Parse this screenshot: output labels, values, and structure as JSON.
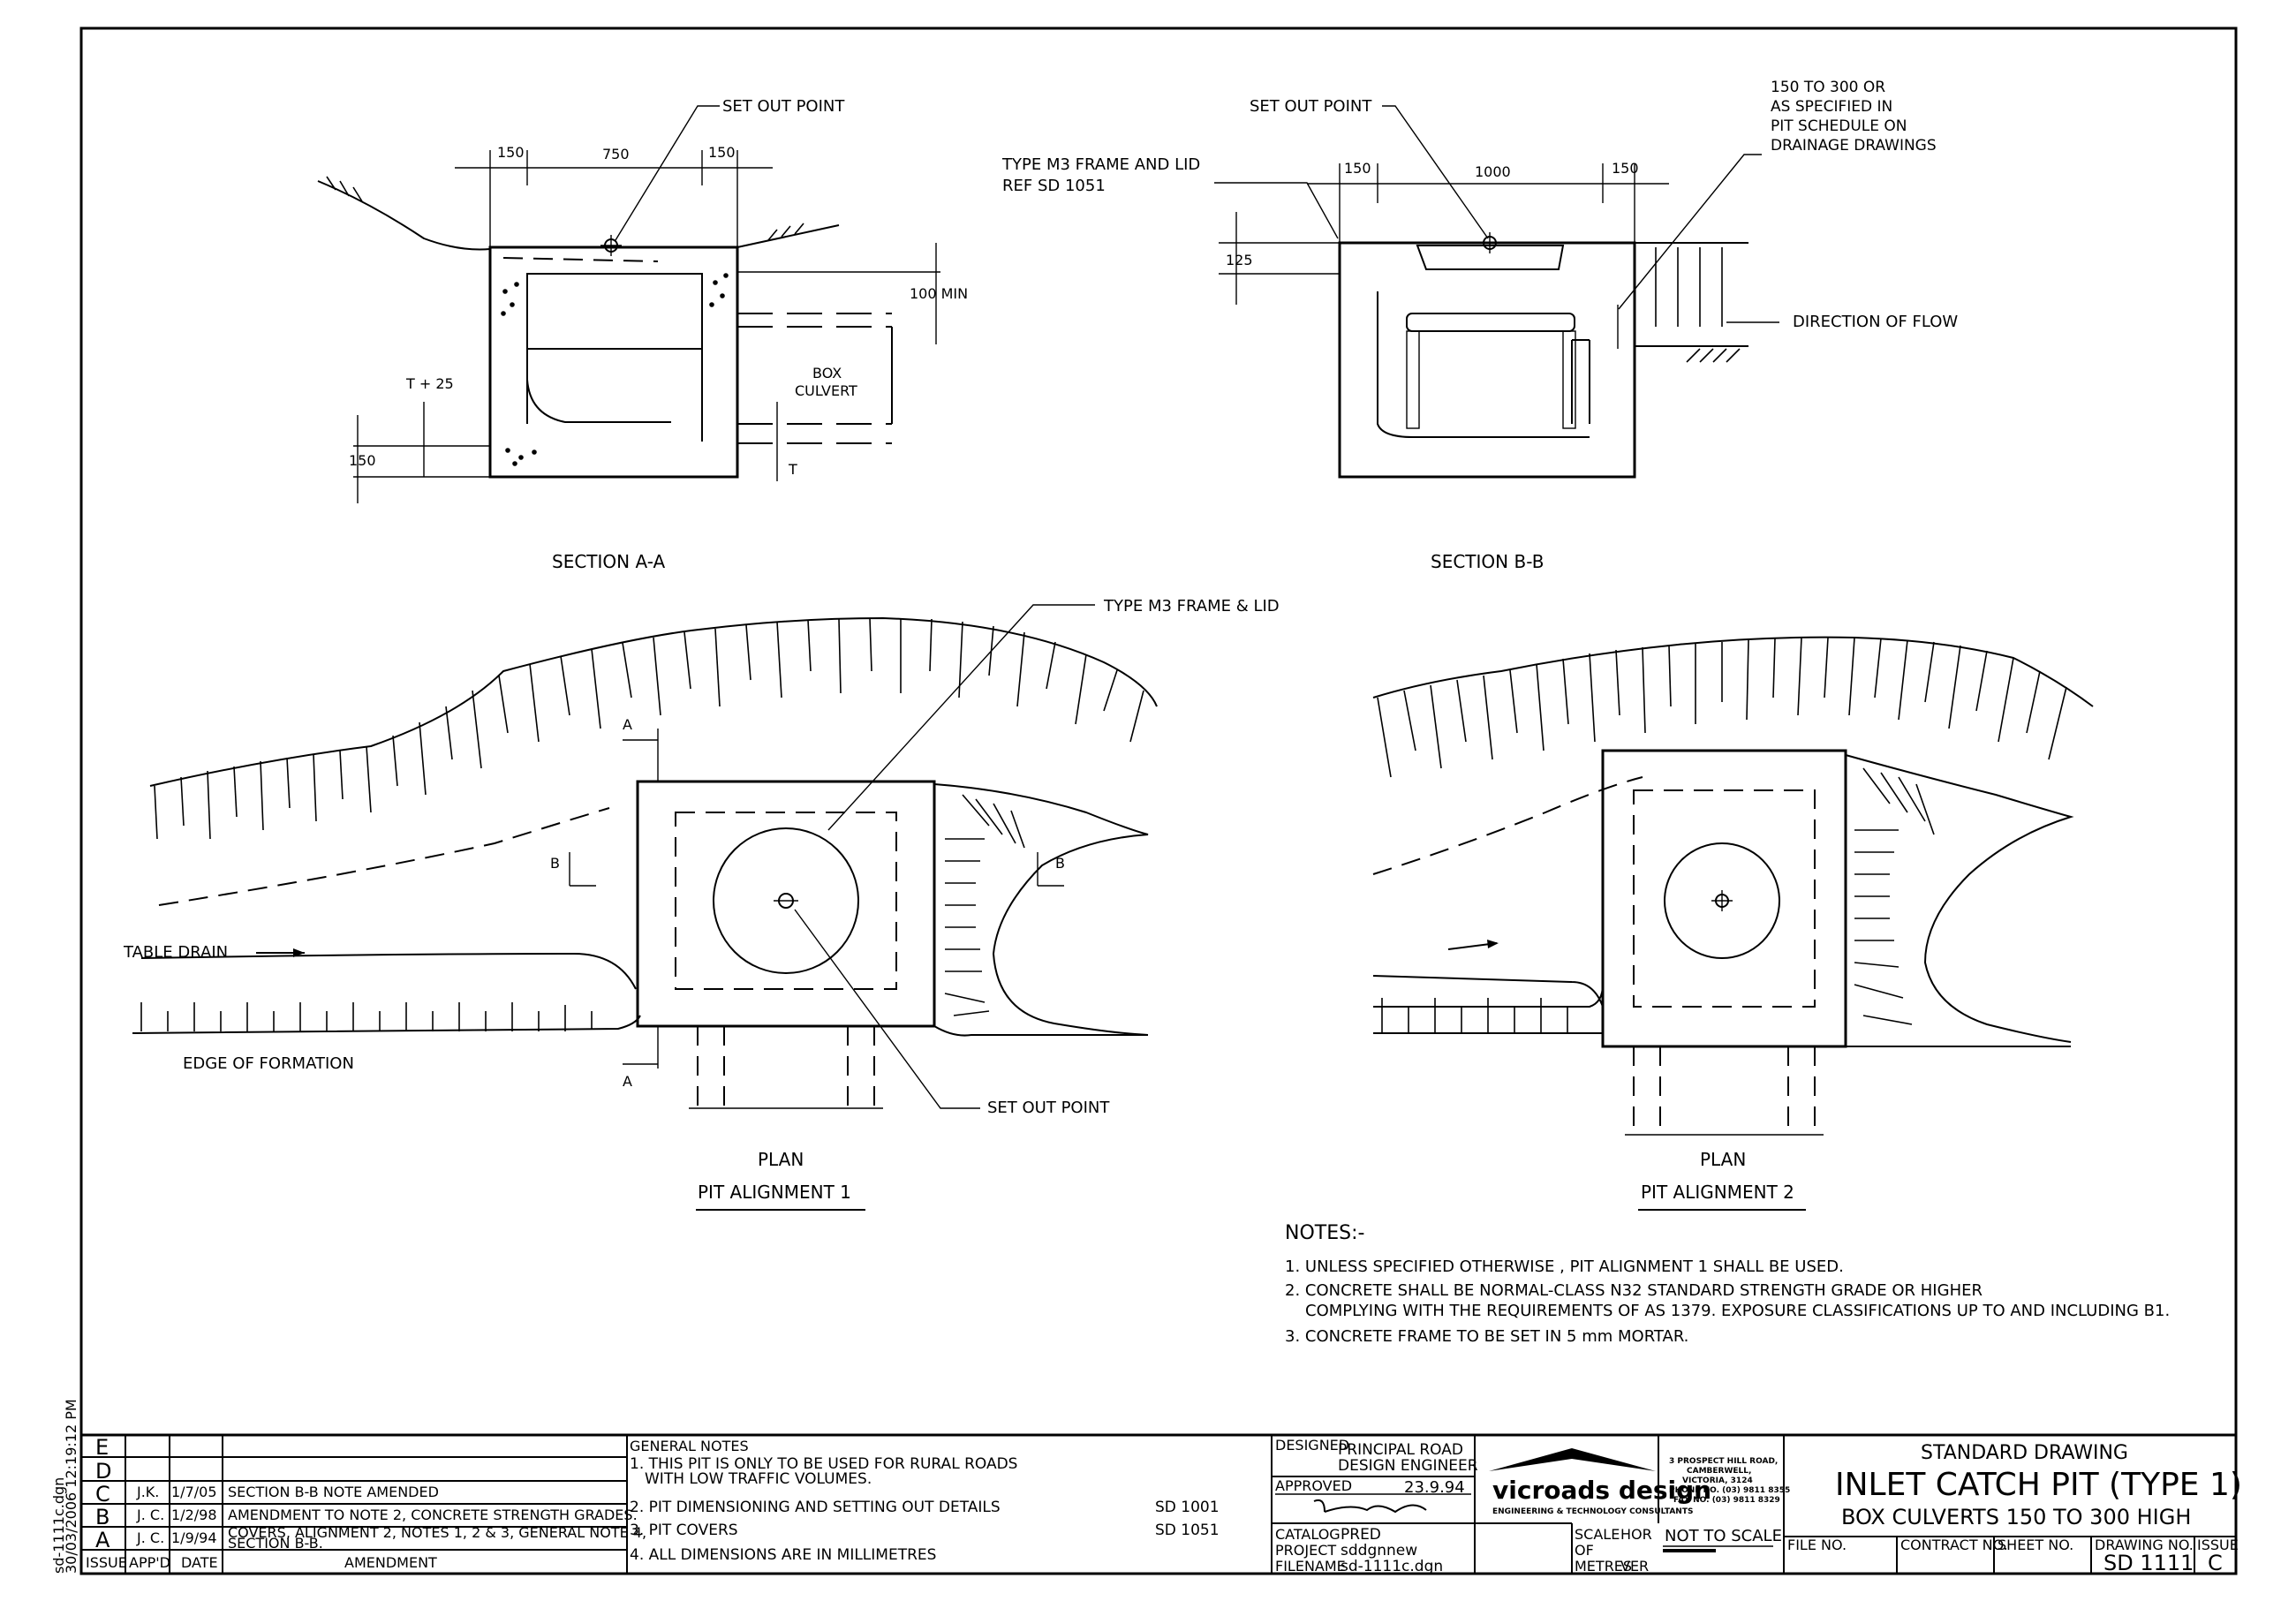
{
  "section_a": {
    "title": "SECTION A-A",
    "set_out_point": "SET OUT POINT",
    "dim_150_left": "150",
    "dim_750": "750",
    "dim_150_right": "150",
    "dim_100_min": "100 MIN",
    "box_culvert_line1": "BOX",
    "box_culvert_line2": "CULVERT",
    "t_plus_25": "T + 25",
    "dim_150_bottom": "150",
    "t_label": "T"
  },
  "section_b": {
    "title": "SECTION B-B",
    "set_out_point": "SET OUT POINT",
    "frame_note_line1": "TYPE M3 FRAME AND LID",
    "frame_note_line2": "REF SD 1051",
    "dim_150_left": "150",
    "dim_1000": "1000",
    "dim_150_right": "150",
    "dim_125": "125",
    "spec_line1": "150 TO 300 OR",
    "spec_line2": "AS SPECIFIED IN",
    "spec_line3": "PIT SCHEDULE ON",
    "spec_line4": "DRAINAGE DRAWINGS",
    "direction_of_flow": "DIRECTION OF FLOW"
  },
  "plan_1": {
    "frame_lid": "TYPE M3 FRAME & LID",
    "marker_a_top": "A",
    "marker_a_bottom": "A",
    "marker_b_left": "B",
    "marker_b_right": "B",
    "table_drain": "TABLE DRAIN",
    "edge_of_formation": "EDGE OF FORMATION",
    "set_out_point": "SET OUT POINT",
    "plan_label": "PLAN",
    "alignment_label": "PIT ALIGNMENT 1"
  },
  "plan_2": {
    "plan_label": "PLAN",
    "alignment_label": "PIT ALIGNMENT 2"
  },
  "notes": {
    "heading": "NOTES:-",
    "items": [
      "1. UNLESS SPECIFIED OTHERWISE , PIT ALIGNMENT 1 SHALL BE USED.",
      "2. CONCRETE SHALL BE NORMAL-CLASS N32 STANDARD STRENGTH GRADE OR HIGHER",
      "COMPLYING WITH THE REQUIREMENTS OF AS 1379. EXPOSURE CLASSIFICATIONS UP TO AND INCLUDING B1.",
      "3. CONCRETE FRAME TO BE SET IN 5 mm MORTAR."
    ]
  },
  "title_block": {
    "side_stamp_file": "sd-1111c.dgn",
    "side_stamp_date": "30/03/2006 12:19:12 PM",
    "revisions": [
      {
        "issue": "E",
        "appd": "",
        "date": "",
        "amendment": ""
      },
      {
        "issue": "D",
        "appd": "",
        "date": "",
        "amendment": ""
      },
      {
        "issue": "C",
        "appd": "J.K.",
        "date": "1/7/05",
        "amendment": "SECTION B-B NOTE AMENDED"
      },
      {
        "issue": "B",
        "appd": "J. C.",
        "date": "1/2/98",
        "amendment": "AMENDMENT TO NOTE 2, CONCRETE STRENGTH GRADES."
      },
      {
        "issue": "A",
        "appd": "J. C.",
        "date": "1/9/94",
        "amendment": "COVERS, ALIGNMENT 2, NOTES 1, 2 & 3, GENERAL NOTE 4,",
        "amendment2": "SECTION B-B."
      }
    ],
    "rev_headers": {
      "issue": "ISSUE",
      "appd": "APP'D",
      "date": "DATE",
      "amendment": "AMENDMENT"
    },
    "general_notes": {
      "heading": "GENERAL NOTES",
      "n1a": "1. THIS PIT IS ONLY TO BE USED FOR RURAL ROADS",
      "n1b": "WITH LOW TRAFFIC VOLUMES.",
      "n2": "2. PIT DIMENSIONING AND SETTING OUT DETAILS",
      "n2ref": "SD 1001",
      "n3": "3. PIT COVERS",
      "n3ref": "SD 1051",
      "n4": "4. ALL DIMENSIONS ARE IN MILLIMETRES"
    },
    "designed_label": "DESIGNED",
    "designed_by_1": "PRINCIPAL ROAD",
    "designed_by_2": "DESIGN ENGINEER",
    "approved_label": "APPROVED",
    "approved_date": "23.9.94",
    "catalog_label": "CATALOG",
    "catalog_value": "PRED",
    "project_label": "PROJECT",
    "project_value": "sddgnnew",
    "filename_label": "FILENAME",
    "filename_value": "sd-1111c.dgn",
    "logo_text": "vicroads design",
    "logo_sub": "ENGINEERING & TECHNOLOGY CONSULTANTS",
    "address_1": "3 PROSPECT HILL ROAD,",
    "address_2": "CAMBERWELL,",
    "address_3": "VICTORIA, 3124",
    "address_4": "PHONE NO. (03) 9811 8355",
    "address_5": "FAX NO. (03) 9811 8329",
    "scale_label": "SCALE",
    "scale_hor": "HOR",
    "scale_of": "OF",
    "scale_metres": "METRES",
    "scale_ver": "VER",
    "scale_value": "NOT TO SCALE",
    "standard_drawing": "STANDARD DRAWING",
    "title_1": "INLET CATCH PIT (TYPE 1)",
    "title_2": "BOX CULVERTS 150 TO 300 HIGH",
    "file_no_label": "FILE NO.",
    "contract_no_label": "CONTRACT NO.",
    "sheet_no_label": "SHEET NO.",
    "drawing_no_label": "DRAWING NO.",
    "drawing_no": "SD 1111",
    "issue_label": "ISSUE",
    "issue_value": "C"
  }
}
